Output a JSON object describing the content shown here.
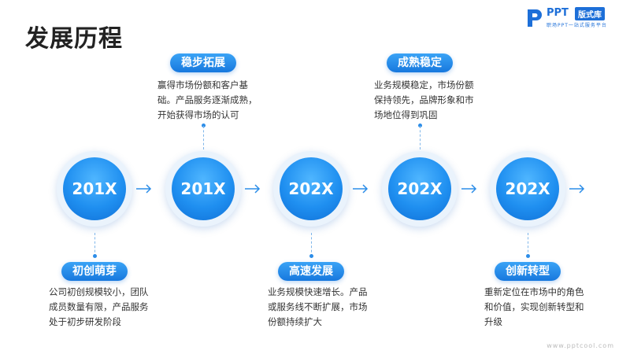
{
  "page": {
    "title": "发展历程"
  },
  "brand": {
    "name": "PPT",
    "badge": "版式库",
    "tagline": "职场PPT一站式服务平台",
    "watermark": "www.pptcool.com",
    "accent": "#1d6fd8"
  },
  "timeline": [
    {
      "year": "201X",
      "label": "初创萌芽",
      "desc": "公司初创规模较小，团队成员数量有限，产品服务处于初步研发阶段",
      "position": "below"
    },
    {
      "year": "201X",
      "label": "稳步拓展",
      "desc": "赢得市场份额和客户基础。产品服务逐渐成熟，开始获得市场的认可",
      "position": "above"
    },
    {
      "year": "202X",
      "label": "高速发展",
      "desc": "业务规模快速增长。产品或服务线不断扩展，市场份额持续扩大",
      "position": "below"
    },
    {
      "year": "202X",
      "label": "成熟稳定",
      "desc": "业务规模稳定，市场份额保持领先，品牌形象和市场地位得到巩固",
      "position": "above"
    },
    {
      "year": "202X",
      "label": "创新转型",
      "desc": "重新定位在市场中的角色和价值，实现创新转型和升级",
      "position": "below"
    }
  ]
}
